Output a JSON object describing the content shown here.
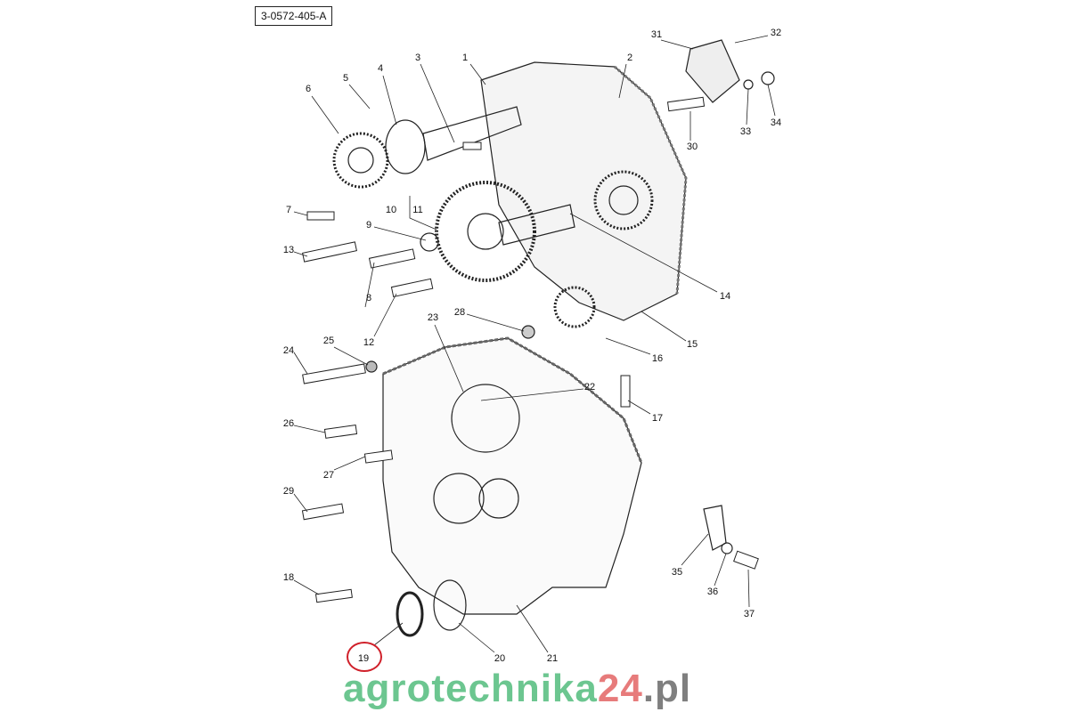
{
  "reference_code": "3-0572-405-A",
  "watermark": {
    "part1": "agrotechnika",
    "part2": "24",
    "part3": ".pl"
  },
  "highlight_color": "#d0202a",
  "labels": [
    "1",
    "2",
    "3",
    "4",
    "5",
    "6",
    "7",
    "8",
    "9",
    "10",
    "11",
    "12",
    "13",
    "14",
    "15",
    "16",
    "17",
    "18",
    "19",
    "20",
    "21",
    "22",
    "23",
    "24",
    "25",
    "26",
    "27",
    "28",
    "29",
    "30",
    "31",
    "32",
    "33",
    "34",
    "35",
    "36",
    "37"
  ],
  "highlighted_part": "19"
}
